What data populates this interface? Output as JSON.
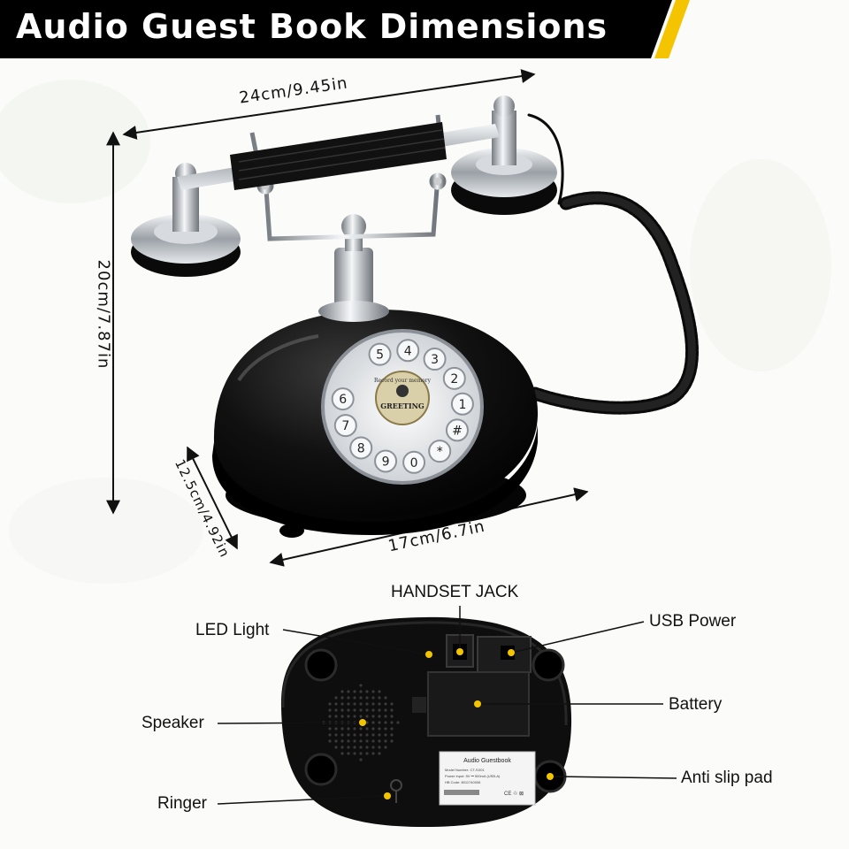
{
  "banner": {
    "title": "Audio Guest Book Dimensions",
    "bg_color": "#000000",
    "accent_color": "#f5c400"
  },
  "dimensions": {
    "width": "24cm/9.45in",
    "height": "20cm/7.87in",
    "depth": "12.5cm/4.92in",
    "base_width": "17cm/6.7in"
  },
  "dial": {
    "keys": [
      "1",
      "2",
      "3",
      "4",
      "5",
      "6",
      "7",
      "8",
      "9",
      "0",
      "*",
      "#"
    ],
    "center_top": "Record your memory",
    "center_label": "GREETING"
  },
  "callouts": {
    "handset_jack": "HANDSET JACK",
    "led_light": "LED Light",
    "usb_power": "USB Power",
    "speaker": "Speaker",
    "battery": "Battery",
    "ringer": "Ringer",
    "anti_slip_pad": "Anti slip pad"
  },
  "sticker": {
    "title": "Audio Guestbook",
    "lines": [
      "Model Number: CT-SX01",
      "Power Input: 5V ⎓ 500mA (USB-A)",
      "HB Code: 8011740006"
    ]
  },
  "colors": {
    "phone_body": "#0b0b0b",
    "chrome": "#c9cdd2",
    "marker": "#f2c500"
  }
}
